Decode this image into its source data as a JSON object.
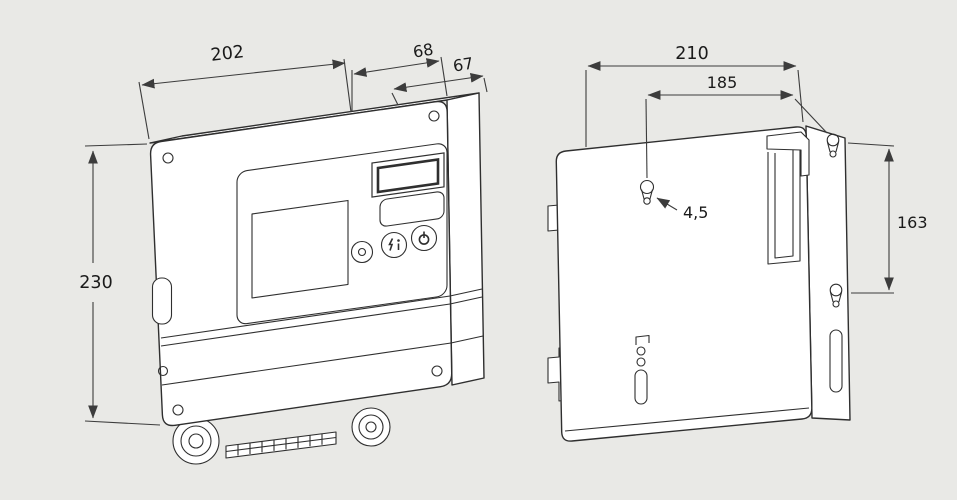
{
  "colors": {
    "background": "#e9e9e6",
    "line": "#2f2f2f",
    "dimension_line": "#3c3c3c",
    "text": "#1a1a1a",
    "fill": "#ffffff"
  },
  "front_view": {
    "dimensions": {
      "width": "202",
      "depth_front": "68",
      "depth_rear": "67",
      "height": "230"
    },
    "panel_buttons": [
      {
        "icon": "status-indicator"
      },
      {
        "icon": "reset-info"
      },
      {
        "icon": "power"
      }
    ]
  },
  "rear_view": {
    "dimensions": {
      "width": "210",
      "mounting_hole_spacing_horizontal": "185",
      "mounting_hole_diameter": "4,5",
      "mounting_hole_spacing_vertical": "163"
    }
  }
}
